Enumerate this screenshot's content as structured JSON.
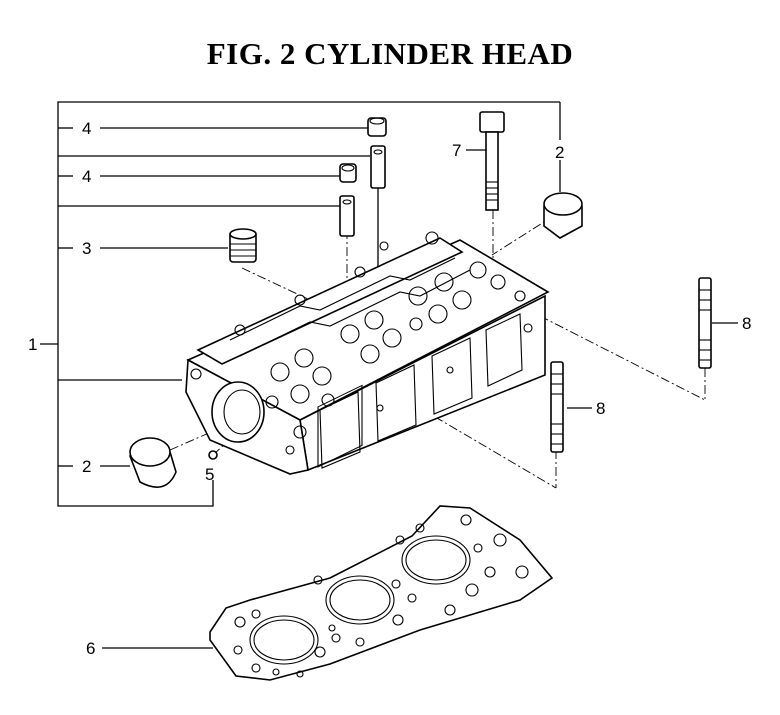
{
  "title": "FIG.  2  CYLINDER HEAD",
  "callouts": {
    "c1": "1",
    "c2_top": "2",
    "c2_bottom": "2",
    "c3": "3",
    "c4_top": "4",
    "c4_mid": "4",
    "c5": "5",
    "c6": "6",
    "c7": "7",
    "c8_right": "8",
    "c8_mid": "8"
  }
}
